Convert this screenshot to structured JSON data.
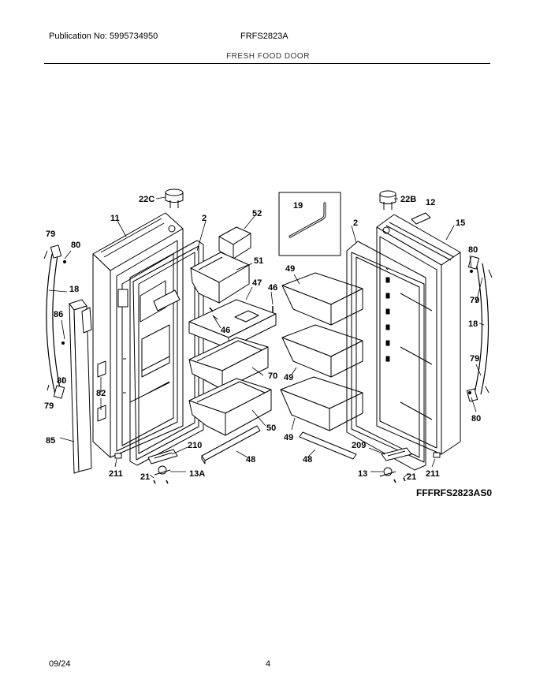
{
  "header": {
    "publication": "Publication No: 5995734950",
    "model": "FRFS2823A",
    "section": "FRESH FOOD DOOR"
  },
  "diagram": {
    "reference_code": "FFFRFS2823AS0",
    "part_labels": {
      "p22C": "22C",
      "p22B": "22B",
      "p11": "11",
      "p2_left": "2",
      "p2_right": "2",
      "p52": "52",
      "p19": "19",
      "p12": "12",
      "p15": "15",
      "p79_a": "79",
      "p80_a": "80",
      "p80_b": "80",
      "p79_b": "79",
      "p18_left": "18",
      "p18_right": "18",
      "p51": "51",
      "p47": "47",
      "p46_a": "46",
      "p46_b": "46",
      "p49_a": "49",
      "p49_b": "49",
      "p49_c": "49",
      "p86": "86",
      "p70": "70",
      "p82": "82",
      "p80_c": "80",
      "p79_c": "79",
      "p79_d": "79",
      "p80_d": "80",
      "p50": "50",
      "p85": "85",
      "p210": "210",
      "p209": "209",
      "p48_left": "48",
      "p48_right": "48",
      "p211_left": "211",
      "p211_right": "211",
      "p21_left": "21",
      "p21_right": "21",
      "p13A": "13A",
      "p13": "13"
    }
  },
  "footer": {
    "date": "09/24",
    "page": "4"
  }
}
